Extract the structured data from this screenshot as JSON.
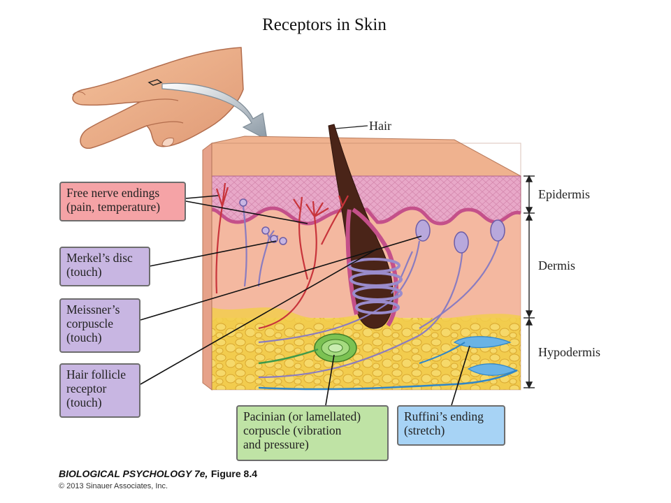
{
  "title": "Receptors in Skin",
  "labels": {
    "hair": "Hair",
    "epidermis": "Epidermis",
    "dermis": "Dermis",
    "hypodermis": "Hypodermis"
  },
  "callouts": {
    "free_nerve": [
      "Free nerve endings",
      "(pain, temperature)"
    ],
    "merkel": [
      "Merkel’s disc",
      "(touch)"
    ],
    "meissner": [
      "Meissner’s",
      "corpuscle",
      "(touch)"
    ],
    "hair_follicle": [
      "Hair follicle",
      "receptor",
      "(touch)"
    ],
    "pacinian": [
      "Pacinian (or lamellated)",
      "corpuscle (vibration",
      "and pressure)"
    ],
    "ruffini": [
      "Ruffini’s ending",
      "(stretch)"
    ]
  },
  "credit": {
    "book": "BIOLOGICAL PSYCHOLOGY 7e,",
    "figure": "Figure 8.4",
    "copyright": "© 2013 Sinauer Associates, Inc."
  },
  "colors": {
    "epidermis": "#e7a9c6",
    "dermis": "#f3b79c",
    "hypodermis": "#f0c64a",
    "hair": "#4a2418",
    "nerve_red": "#c8343b",
    "nerve_purple": "#8a7cc0",
    "pacinian": "#7cc253",
    "ruffini": "#2f86c8"
  }
}
